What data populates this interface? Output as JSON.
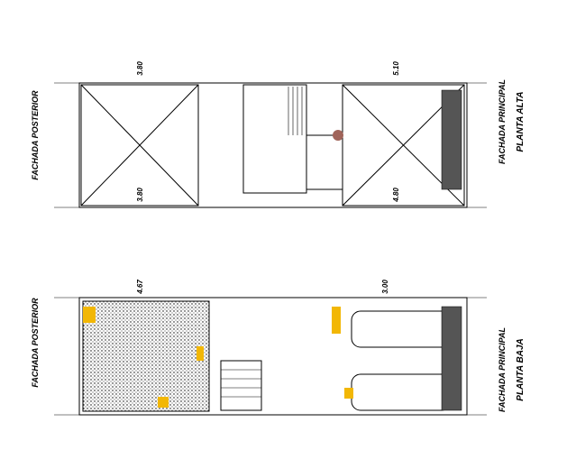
{
  "drawing": {
    "upper_plan": {
      "title": "PLANTA ALTA",
      "rear_facade": "FACHADA POSTERIOR",
      "front_facade": "FACHADA PRINCIPAL",
      "dims": [
        "3.80",
        "3.80",
        "5.10",
        "4.80"
      ]
    },
    "lower_plan": {
      "title": "PLANTA BAJA",
      "rear_facade": "FACHADA POSTERIOR",
      "front_facade": "FACHADA PRINCIPAL",
      "dims": [
        "4.67",
        "3.00"
      ]
    },
    "colors": {
      "line": "#000000",
      "highlight": "#f2b705",
      "accent": "#a0645a"
    }
  }
}
